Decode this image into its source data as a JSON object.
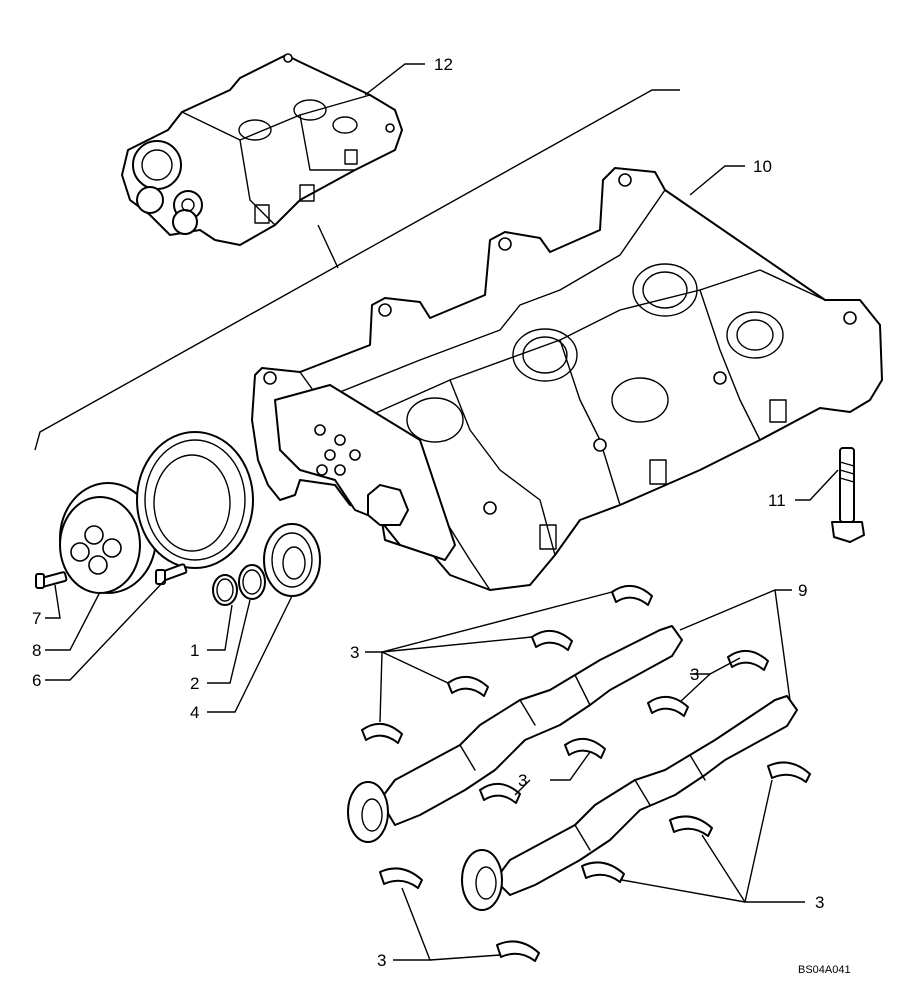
{
  "callouts": {
    "c1": "1",
    "c2": "2",
    "c3a": "3",
    "c3b": "3",
    "c3c": "3",
    "c3d": "3",
    "c3e": "3",
    "c4": "4",
    "c6": "6",
    "c7": "7",
    "c8": "8",
    "c9": "9",
    "c10": "10",
    "c11": "11",
    "c12": "12"
  },
  "reference_code": "BS04A041"
}
